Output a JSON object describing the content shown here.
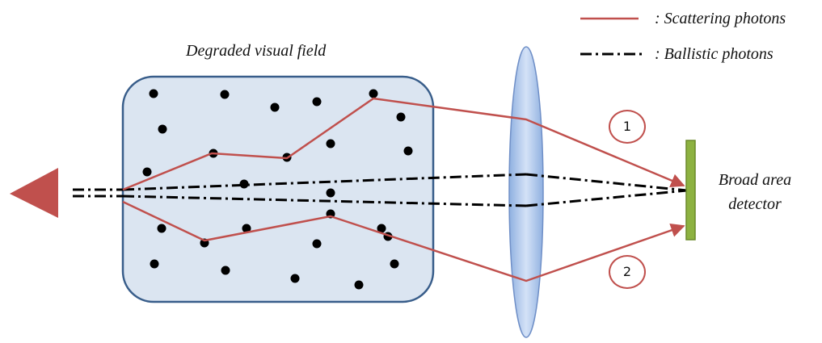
{
  "legend": {
    "scatter_label": ": Scattering photons",
    "ballistic_label": ": Ballistic photons"
  },
  "field": {
    "title": "Degraded visual field"
  },
  "detector": {
    "label": "Broad area detector"
  },
  "paths": [
    {
      "number": "1"
    },
    {
      "number": "2"
    }
  ],
  "colors": {
    "scatter_line": "#c0504d",
    "ballistic_line": "#000000",
    "field_fill": "#dbe5f1",
    "field_border": "#385d8a",
    "lens_fill": "#a6c1ea",
    "detector_fill": "#8db241",
    "source_fill": "#c0504d",
    "particle": "#000000"
  }
}
